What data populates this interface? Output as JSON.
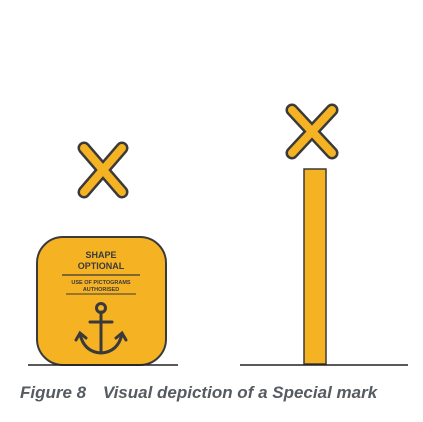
{
  "colors": {
    "mark_yellow": "#f5b324",
    "outline": "#3a3a3a",
    "ground": "#222222",
    "caption": "#555b60"
  },
  "buoy": {
    "shape_label_line1": "SHAPE",
    "shape_label_line2": "OPTIONAL",
    "pictogram_line1": "USE OF PICTOGRAMS",
    "pictogram_line2": "AUTHORISED",
    "icon": "anchor-icon",
    "topmark_icon": "x-cross-icon"
  },
  "pillar": {
    "topmark_icon": "x-cross-icon"
  },
  "caption": {
    "figure_number": "Figure 8",
    "text": "Visual depiction of a Special mark"
  }
}
